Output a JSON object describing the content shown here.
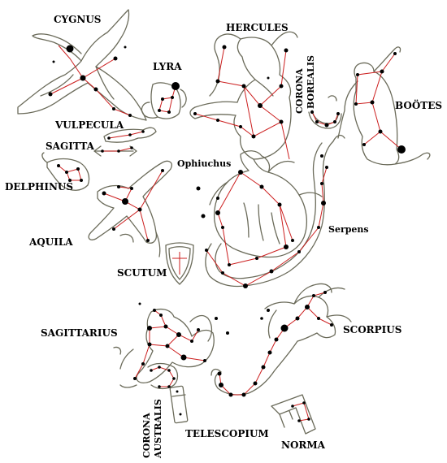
{
  "colors": {
    "figure": "#6b6b5a",
    "line": "#cc1f1f",
    "star": "#000000",
    "label": "#000000",
    "background": "#ffffff"
  },
  "labels": {
    "cygnus": "CYGNUS",
    "lyra": "LYRA",
    "hercules": "HERCULES",
    "corona_borealis_1": "CORONA",
    "corona_borealis_2": "BOREALIS",
    "bootes": "BOÖTES",
    "vulpecula": "VULPECULA",
    "sagitta": "SAGITTA",
    "delphinus": "DELPHINUS",
    "ophiuchus": "Ophiuchus",
    "aquila": "AQUILA",
    "serpens": "Serpens",
    "scutum": "SCUTUM",
    "sagittarius": "SAGITTARIUS",
    "scorpius": "SCORPIUS",
    "corona_australis_1": "CORONA",
    "corona_australis_2": "AUSTRALIS",
    "telescopium": "TELESCOPIUM",
    "norma": "NORMA"
  }
}
